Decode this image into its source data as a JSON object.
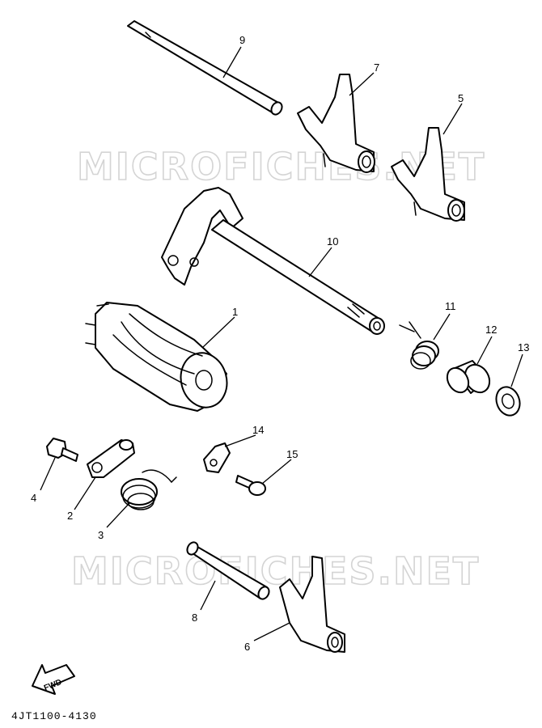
{
  "watermark": {
    "text": "MICROFICHES.NET"
  },
  "diagram_code": "4JT1100-4130",
  "fwd_label": "FWD",
  "callouts": {
    "c1": "1",
    "c2": "2",
    "c3": "3",
    "c4": "4",
    "c5": "5",
    "c6": "6",
    "c7": "7",
    "c8": "8",
    "c9": "9",
    "c10": "10",
    "c11": "11",
    "c12": "12",
    "c13": "13",
    "c14": "14",
    "c15": "15"
  }
}
